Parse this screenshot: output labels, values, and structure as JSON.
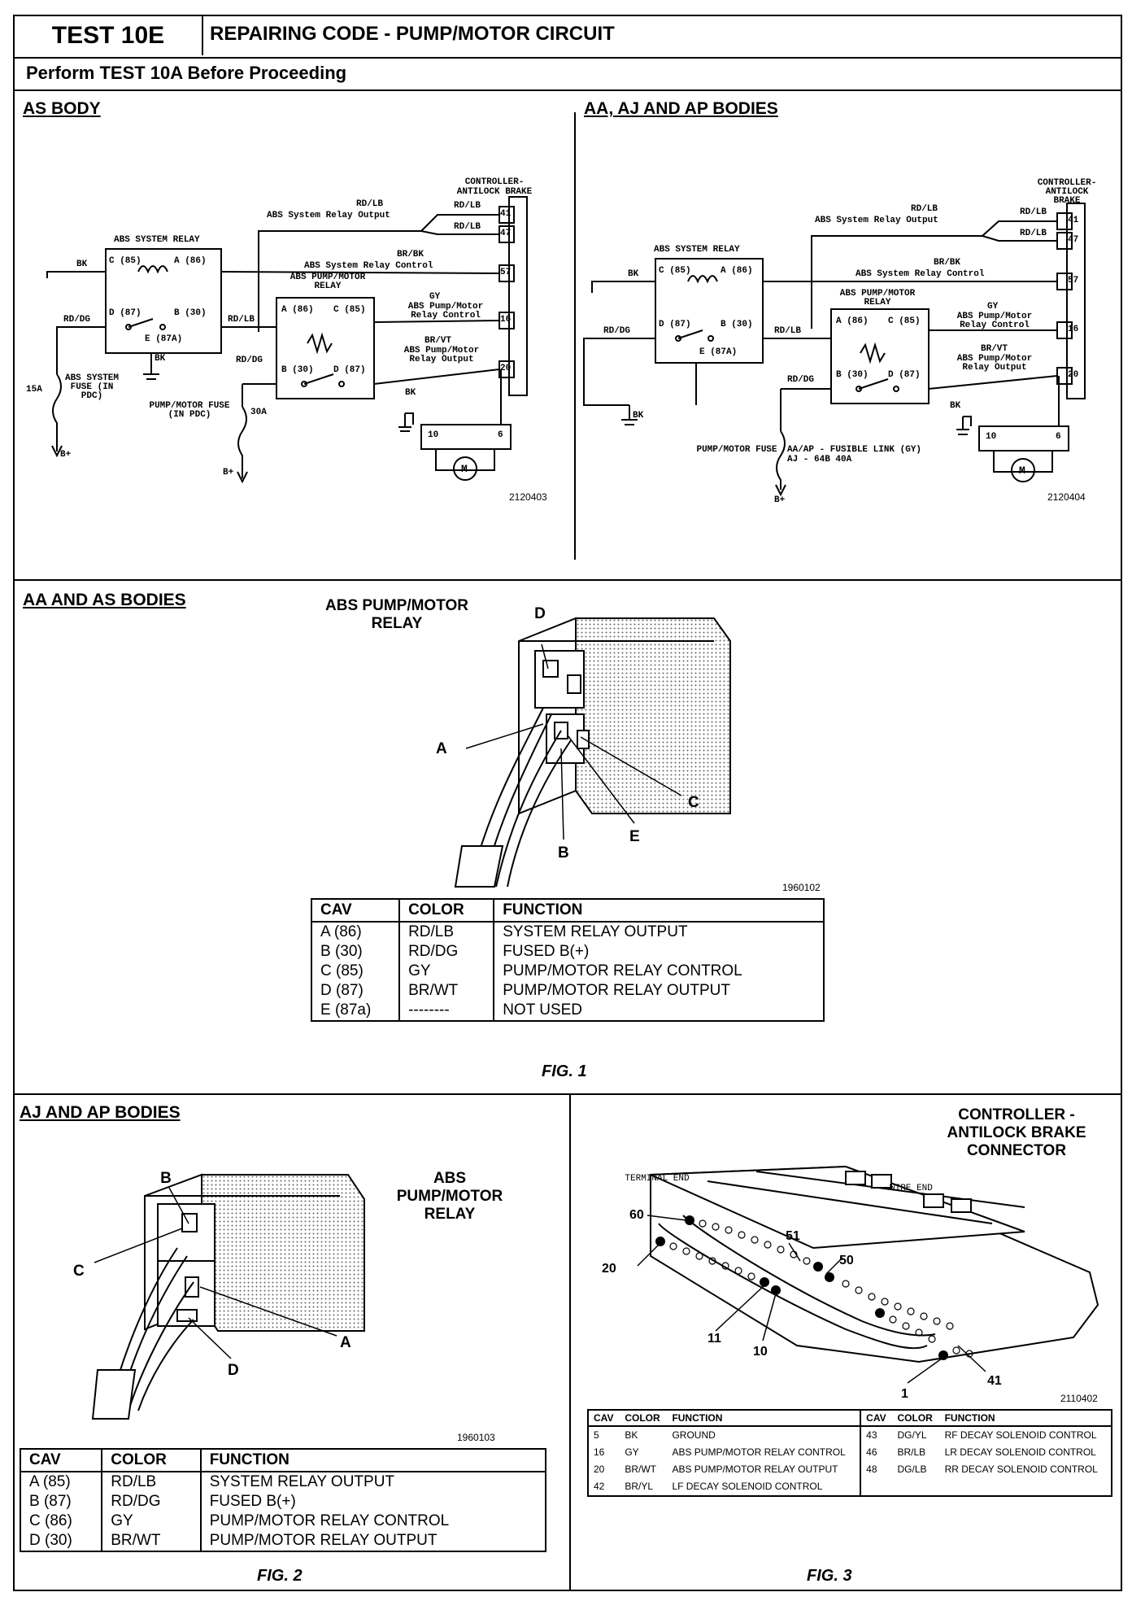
{
  "header": {
    "test": "TEST 10E",
    "title": "REPAIRING CODE - PUMP/MOTOR CIRCUIT"
  },
  "subheader": "Perform TEST 10A Before Proceeding",
  "as_body": {
    "title": "AS BODY",
    "controller": "CONTROLLER-ANTILOCK BRAKE",
    "system_relay": "ABS SYSTEM RELAY",
    "pump_relay": "ABS PUMP/MOTOR RELAY",
    "pins": {
      "c85": "C (85)",
      "a86": "A (86)",
      "d87": "D (87)",
      "b30": "B (30)",
      "e87a": "E (87A)"
    },
    "pump_pins": {
      "a86": "A (86)",
      "c85": "C (85)",
      "b30": "B (30)",
      "d87": "D (87)"
    },
    "wires": {
      "rdlb_out": "RD/LB",
      "sys_relay_output": "ABS System Relay Output",
      "brbk": "BR/BK",
      "sys_relay_control": "ABS System Relay Control",
      "gy": "GY",
      "pump_relay_control": "ABS Pump/Motor Relay Control",
      "brvt": "BR/VT",
      "pump_relay_output": "ABS Pump/Motor Relay Output",
      "bk": "BK",
      "rddg": "RD/DG",
      "rdlb": "RD/LB"
    },
    "cav": [
      "41",
      "47",
      "57",
      "16",
      "20"
    ],
    "fuse1_amp": "15A",
    "fuse1": "ABS SYSTEM FUSE (IN PDC)",
    "fuse2_amp": "30A",
    "fuse2": "PUMP/MOTOR FUSE (IN PDC)",
    "bplus": "B+",
    "motor_pins": [
      "10",
      "6"
    ],
    "motor": "M",
    "code": "2120403"
  },
  "aa_body": {
    "title": "AA, AJ AND AP BODIES",
    "controller": "CONTROLLER-ANTILOCK BRAKE",
    "system_relay": "ABS SYSTEM RELAY",
    "pump_relay": "ABS PUMP/MOTOR RELAY",
    "fuse": "PUMP/MOTOR FUSE",
    "fuse_note1": "AA/AP - FUSIBLE LINK (GY)",
    "fuse_note2": "AJ - 64B 40A",
    "code": "2120404"
  },
  "fig1": {
    "section": "AA AND AS BODIES",
    "relay_title": "ABS PUMP/MOTOR RELAY",
    "letters": [
      "D",
      "A",
      "C",
      "E",
      "B"
    ],
    "code": "1960102",
    "headers": [
      "CAV",
      "COLOR",
      "FUNCTION"
    ],
    "rows": [
      [
        "A (86)",
        "RD/LB",
        "SYSTEM RELAY OUTPUT"
      ],
      [
        "B (30)",
        "RD/DG",
        "FUSED B(+)"
      ],
      [
        "C (85)",
        "GY",
        "PUMP/MOTOR RELAY CONTROL"
      ],
      [
        "D (87)",
        "BR/WT",
        "PUMP/MOTOR RELAY OUTPUT"
      ],
      [
        "E (87a)",
        "--------",
        "NOT USED"
      ]
    ],
    "label": "FIG. 1"
  },
  "fig2": {
    "section": "AJ AND AP BODIES",
    "relay_title": "ABS PUMP/MOTOR RELAY",
    "letters": [
      "B",
      "C",
      "A",
      "D"
    ],
    "code": "1960103",
    "headers": [
      "CAV",
      "COLOR",
      "FUNCTION"
    ],
    "rows": [
      [
        "A (85)",
        "RD/LB",
        "SYSTEM RELAY OUTPUT"
      ],
      [
        "B (87)",
        "RD/DG",
        "FUSED B(+)"
      ],
      [
        "C (86)",
        "GY",
        "PUMP/MOTOR RELAY CONTROL"
      ],
      [
        "D (30)",
        "BR/WT",
        "PUMP/MOTOR RELAY OUTPUT"
      ]
    ],
    "label": "FIG. 2"
  },
  "fig3": {
    "title": "CONTROLLER - ANTILOCK BRAKE CONNECTOR",
    "terminal_end": "TERMINAL END",
    "wire_end": "WIRE END",
    "pins": [
      "60",
      "51",
      "50",
      "20",
      "11",
      "10",
      "41",
      "1"
    ],
    "code": "2110402",
    "headers": [
      "CAV",
      "COLOR",
      "FUNCTION",
      "CAV",
      "COLOR",
      "FUNCTION"
    ],
    "left": [
      [
        "5",
        "BK",
        "GROUND"
      ],
      [
        "16",
        "GY",
        "ABS PUMP/MOTOR RELAY CONTROL"
      ],
      [
        "20",
        "BR/WT",
        "ABS PUMP/MOTOR RELAY OUTPUT"
      ],
      [
        "42",
        "BR/YL",
        "LF DECAY SOLENOID CONTROL"
      ]
    ],
    "right": [
      [
        "43",
        "DG/YL",
        "RF DECAY SOLENOID CONTROL"
      ],
      [
        "46",
        "BR/LB",
        "LR DECAY SOLENOID CONTROL"
      ],
      [
        "48",
        "DG/LB",
        "RR DECAY SOLENOID CONTROL"
      ]
    ],
    "label": "FIG. 3"
  }
}
